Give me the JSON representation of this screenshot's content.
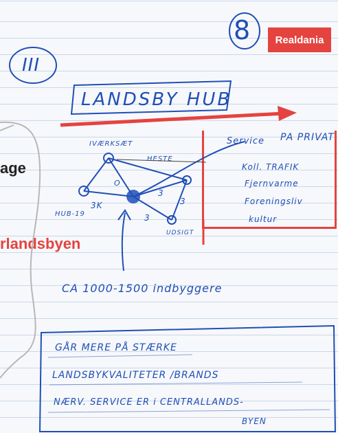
{
  "logo": {
    "text": "Realdania"
  },
  "page_number": "8",
  "roman_numeral": "III",
  "title": "LANDSBY HUB",
  "printed": {
    "left_fragment_1": "age",
    "left_fragment_2": "rlandsbyen"
  },
  "diagram": {
    "nodes": [
      "IVÆRKSÆT",
      "HESTE",
      "UDSIGT",
      "HUB-19"
    ],
    "labels": [
      "O",
      "3K",
      "3",
      "3",
      "3"
    ]
  },
  "boxed_notes": [
    "Service",
    "PA PRIVAT",
    "Koll. TRAFIK",
    "Fjernvarme",
    "Foreningsliv",
    "kultur"
  ],
  "note_line": "CA  1000-1500 indbyggere",
  "bottom_box": [
    "GÅR MERE PÅ STÆRKE",
    "LANDSBYKVALITETER /BRANDS",
    "NÆRV. SERVICE ER i CENTRALLANDS-",
    "BYEN"
  ]
}
